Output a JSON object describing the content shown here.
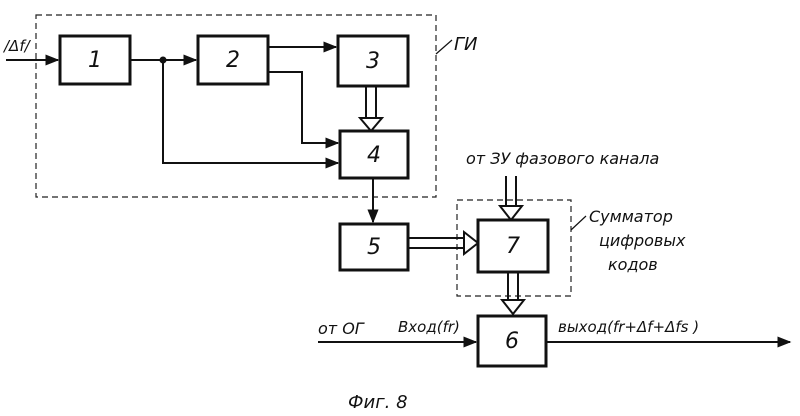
{
  "diagram": {
    "blocks": {
      "b1": "1",
      "b2": "2",
      "b3": "3",
      "b4": "4",
      "b5": "5",
      "b6": "6",
      "b7": "7"
    },
    "labels": {
      "input_left": "/Δf/",
      "gi": "ГИ",
      "from_memory": "от ЗУ фазового канала",
      "adder_line1": "Сумматор",
      "adder_line2": "цифровых",
      "adder_line3": "кодов",
      "from_og": "от ОГ",
      "input_name": "Вход(fr)",
      "output_name": "выход(fr+Δf+Δfs )",
      "caption": "Фиг. 8"
    }
  }
}
